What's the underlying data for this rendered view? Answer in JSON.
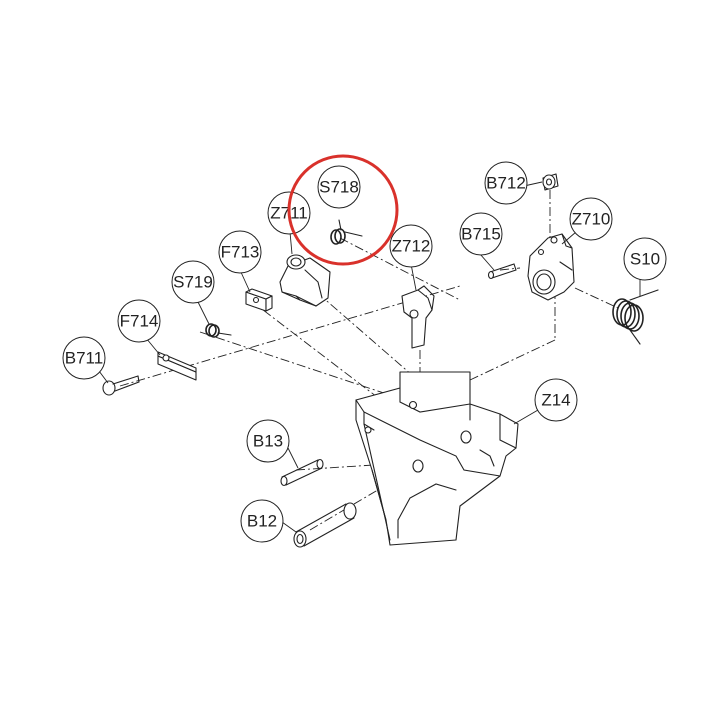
{
  "callouts": [
    {
      "id": "B711",
      "label": "B711"
    },
    {
      "id": "F714",
      "label": "F714"
    },
    {
      "id": "S719",
      "label": "S719"
    },
    {
      "id": "F713",
      "label": "F713"
    },
    {
      "id": "Z711",
      "label": "Z711"
    },
    {
      "id": "S718",
      "label": "S718"
    },
    {
      "id": "Z712",
      "label": "Z712"
    },
    {
      "id": "B715",
      "label": "B715"
    },
    {
      "id": "B712",
      "label": "B712"
    },
    {
      "id": "Z710",
      "label": "Z710"
    },
    {
      "id": "S10",
      "label": "S10"
    },
    {
      "id": "Z14",
      "label": "Z14"
    },
    {
      "id": "B13",
      "label": "B13"
    },
    {
      "id": "B12",
      "label": "B12"
    }
  ],
  "highlight": {
    "target": "S718",
    "color": "#d9312b"
  },
  "colors": {
    "line": "#222222",
    "background": "#ffffff"
  }
}
